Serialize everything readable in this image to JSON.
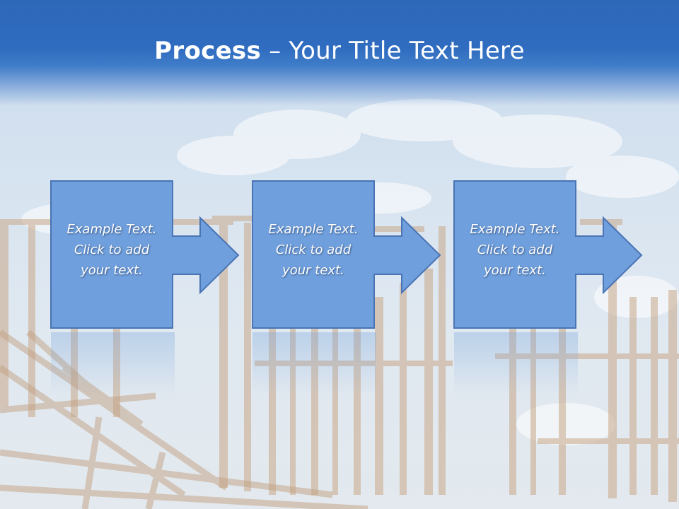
{
  "slide": {
    "title_bold": "Process",
    "title_rest": " – Your Title Text Here",
    "steps": [
      {
        "line1": "Example Text.",
        "line2": "Click  to add",
        "line3": "your text."
      },
      {
        "line1": "Example Text.",
        "line2": "Click  to add",
        "line3": "your text."
      },
      {
        "line1": "Example Text.",
        "line2": "Click  to add",
        "line3": "your text."
      }
    ]
  },
  "colors": {
    "title_band": "#2f6cc0",
    "box_fill": "#6f9fdc",
    "box_stroke": "#4a74b4",
    "text": "#ffffff"
  },
  "icons": {
    "step_shape": "right-arrow-callout"
  }
}
